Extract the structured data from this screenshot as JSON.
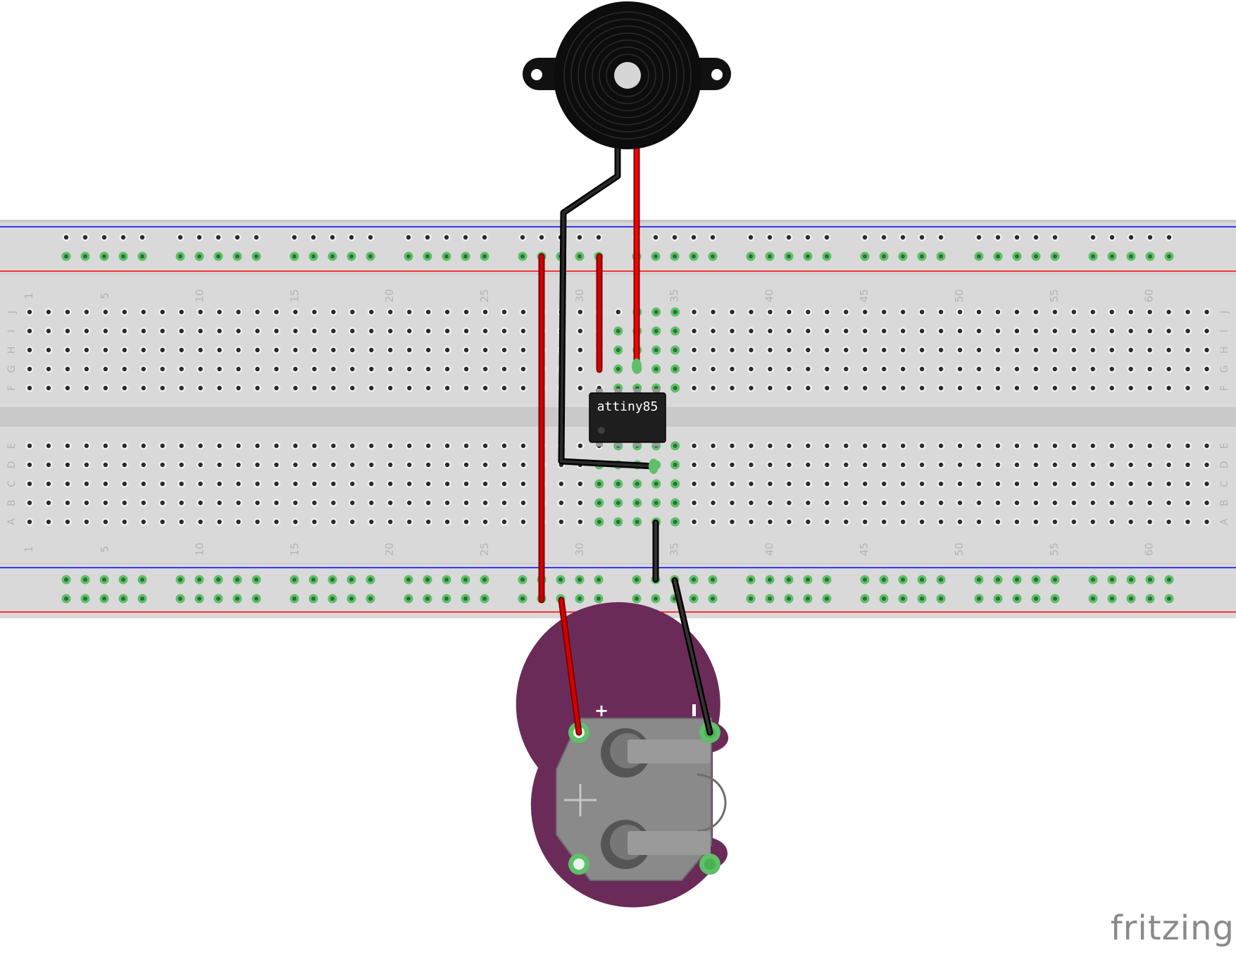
{
  "chip": {
    "label": "attiny85"
  },
  "breadboard": {
    "column_numbers": [
      "1",
      "5",
      "10",
      "15",
      "20",
      "25",
      "30",
      "35",
      "40",
      "45",
      "50",
      "55",
      "60"
    ],
    "rows_top": [
      "J",
      "I",
      "H",
      "G",
      "F"
    ],
    "rows_bottom": [
      "E",
      "D",
      "C",
      "B",
      "A"
    ]
  },
  "battery": {
    "plus_label": "+",
    "minus_label": "-"
  },
  "watermark": {
    "text": "fritzing"
  },
  "colors": {
    "wire_power": "#d40000",
    "wire_ground": "#111111",
    "battery_board": "#6b2b59",
    "breadboard": "#d8d8d8",
    "rail_blue": "#0000ff",
    "rail_red": "#ff0000",
    "active_hole": "#5fbf6a"
  }
}
